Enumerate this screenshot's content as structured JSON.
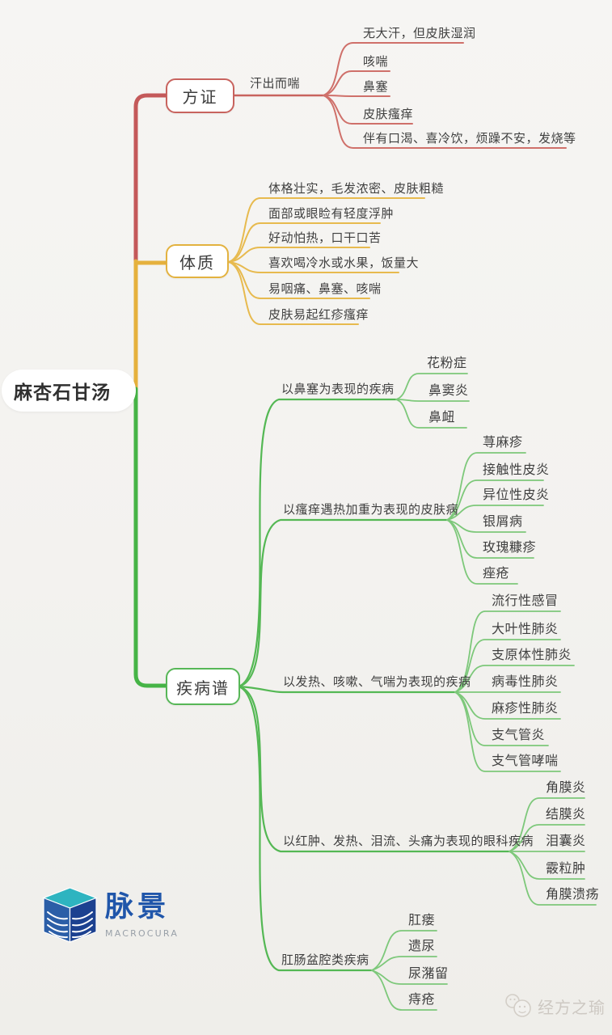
{
  "root_label": "麻杏石甘汤",
  "branches": {
    "fangzheng": {
      "label": "方证",
      "edge_label": "汗出而喘",
      "color": "#c8635e",
      "leaves": [
        "无大汗，但皮肤湿润",
        "咳喘",
        "鼻塞",
        "皮肤瘙痒",
        "伴有口渴、喜冷饮，烦躁不安，发烧等"
      ]
    },
    "tizhi": {
      "label": "体质",
      "color": "#e3b23f",
      "leaves": [
        "体格壮实，毛发浓密、皮肤粗糙",
        "面部或眼睑有轻度浮肿",
        "好动怕热，口干口苦",
        "喜欢喝冷水或水果，饭量大",
        "易咽痛、鼻塞、咳喘",
        "皮肤易起红疹瘙痒"
      ]
    },
    "jibingpu": {
      "label": "疾病谱",
      "color": "#57b757",
      "groups": [
        {
          "label": "以鼻塞为表现的疾病",
          "leaves": [
            "花粉症",
            "鼻窦炎",
            "鼻衄"
          ]
        },
        {
          "label": "以瘙痒遇热加重为表现的皮肤病",
          "leaves": [
            "荨麻疹",
            "接触性皮炎",
            "异位性皮炎",
            "银屑病",
            "玫瑰糠疹",
            "痤疮"
          ]
        },
        {
          "label": "以发热、咳嗽、气喘为表现的疾病",
          "leaves": [
            "流行性感冒",
            "大叶性肺炎",
            "支原体性肺炎",
            "病毒性肺炎",
            "麻疹性肺炎",
            "支气管炎",
            "支气管哮喘"
          ]
        },
        {
          "label": "以红肿、发热、泪流、头痛为表现的眼科疾病",
          "leaves": [
            "角膜炎",
            "结膜炎",
            "泪囊炎",
            "霰粒肿",
            "角膜溃疡"
          ]
        },
        {
          "label": "肛肠盆腔类疾病",
          "leaves": [
            "肛瘘",
            "遗尿",
            "尿潴留",
            "痔疮"
          ]
        }
      ]
    }
  },
  "logo": {
    "brand": "脉景",
    "brand_en": "MACROCURA"
  },
  "watermark": {
    "text": "经方之瑜"
  },
  "colors": {
    "branch_red": "#c8635e",
    "branch_yellow": "#e3b23f",
    "branch_green": "#46b446",
    "logo_blue": "#2056aa",
    "logo_teal": "#2eb4c0",
    "text": "#3f3f3f",
    "background": "#f3f2ef"
  }
}
